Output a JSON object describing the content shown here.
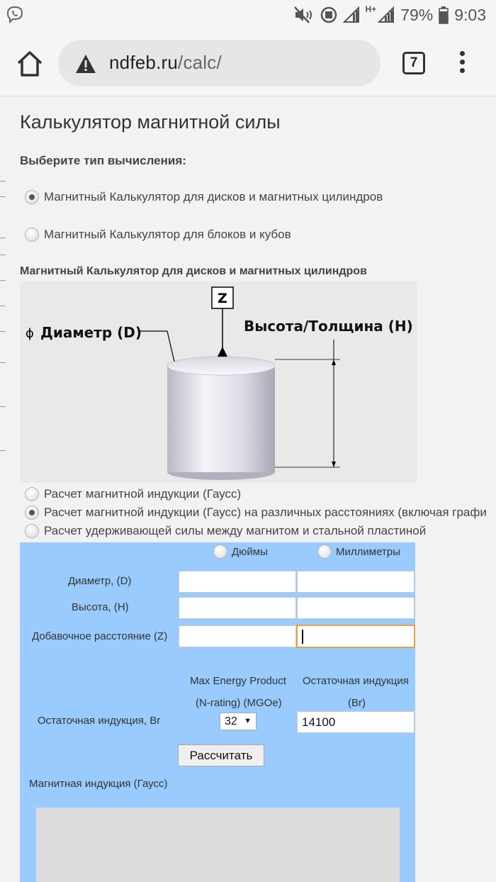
{
  "status_bar": {
    "battery": "79%",
    "time": "9:03",
    "network": "H+",
    "icons": [
      "viber-icon",
      "mute-vibrate-icon",
      "vpn-icon",
      "signal-icon",
      "hplus-signal-icon",
      "battery-icon"
    ]
  },
  "browser": {
    "url_host": "ndfeb.ru",
    "url_path": "/calc/",
    "tab_count": "7"
  },
  "page": {
    "title": "Калькулятор магнитной силы",
    "choose_type": "Выберите тип вычисления:",
    "calc_types": [
      {
        "label": "Магнитный Калькулятор для дисков и магнитных цилиндров",
        "selected": true
      },
      {
        "label": "Магнитный Калькулятор для блоков и кубов",
        "selected": false
      }
    ],
    "section_title": "Магнитный Калькулятор для дисков и магнитных цилиндров",
    "diagram": {
      "z_label": "Z",
      "diameter_label": "Диаметр (D)",
      "diameter_symbol": "ϕ",
      "height_label": "Высота/Толщина (H)"
    },
    "calc_modes": [
      {
        "label": "Расчет магнитной индукции (Гаусс)",
        "selected": false
      },
      {
        "label": "Расчет магнитной индукции (Гаусс) на различных расстояниях (включая графи",
        "selected": true
      },
      {
        "label": "Расчет удерживающей силы между магнитом и стальной пластиной",
        "selected": false
      }
    ],
    "form": {
      "unit_inches": "Дюймы",
      "unit_mm": "Миллиметры",
      "diameter_label": "Диаметр, (D)",
      "height_label": "Высота, (H)",
      "distance_label": "Добавочное расстояние (Z)",
      "max_energy_line1": "Max Energy Product",
      "max_energy_line2": "(N-rating) (MGOe)",
      "residual_head_line1": "Остаточная индукция",
      "residual_head_line2": "(Br)",
      "residual_label": "Остаточная индукция, Br",
      "grade_value": "32",
      "br_value": "14100",
      "calc_button": "Рассчитать",
      "result_label": "Магнитная индукция (Гаусс)"
    }
  }
}
